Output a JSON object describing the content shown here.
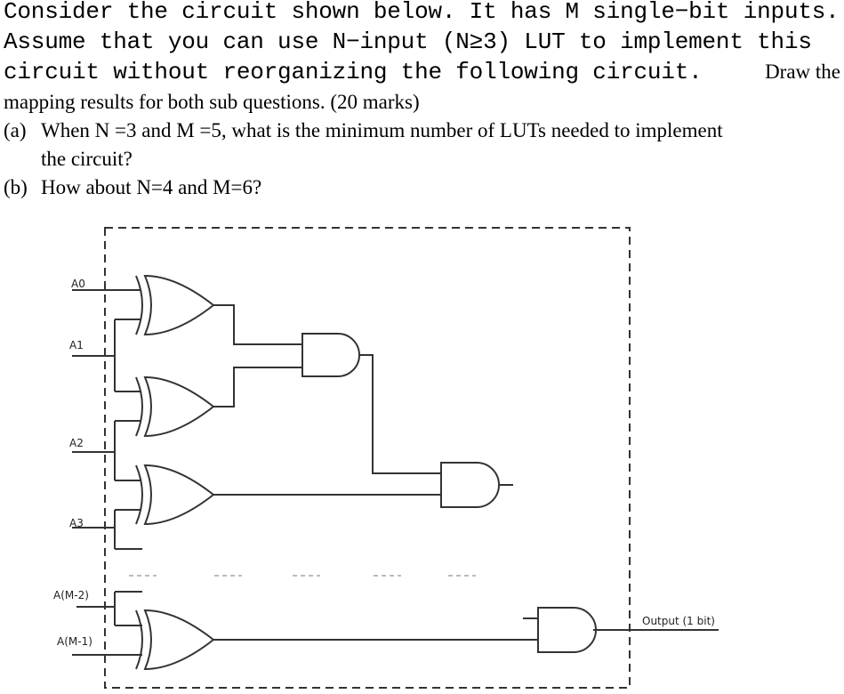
{
  "question": {
    "line1": "Consider the circuit shown below. It has M single−bit inputs.",
    "line2": "Assume that you can use N−input (N≥3) LUT to implement this",
    "line3_mono": "circuit without reorganizing the following circuit.",
    "line3_serif": "Draw the",
    "line4": "mapping results for both sub questions. (20 marks)",
    "sub_a_label": "(a)",
    "sub_a_text": "When N =3 and M =5, what is the minimum number of LUTs needed to implement",
    "sub_a_cont": "the circuit?",
    "sub_b_label": "(b)",
    "sub_b_text": "How about N=4 and M=6?"
  },
  "circuit": {
    "inputs": [
      "A0",
      "A1",
      "A2",
      "A3",
      "A(M-2)",
      "A(M-1)"
    ],
    "output_label": "Output (1 bit)",
    "gates": [
      {
        "id": "xor1",
        "type": "XOR",
        "inputs": [
          "A0",
          "A1"
        ]
      },
      {
        "id": "xor2",
        "type": "XOR",
        "inputs": [
          "A1",
          "A2"
        ]
      },
      {
        "id": "xor3",
        "type": "XOR",
        "inputs": [
          "A2",
          "A3"
        ]
      },
      {
        "id": "xor_last",
        "type": "XOR",
        "inputs": [
          "A(M-2)",
          "A(M-1)"
        ]
      },
      {
        "id": "and1",
        "type": "AND",
        "inputs": [
          "xor1",
          "xor2"
        ]
      },
      {
        "id": "and2",
        "type": "AND",
        "inputs": [
          "and1",
          "xor3"
        ]
      },
      {
        "id": "and_last",
        "type": "AND",
        "inputs": [
          "...",
          "xor_last"
        ],
        "output": "Output (1 bit)"
      }
    ],
    "ellipsis": "---"
  }
}
